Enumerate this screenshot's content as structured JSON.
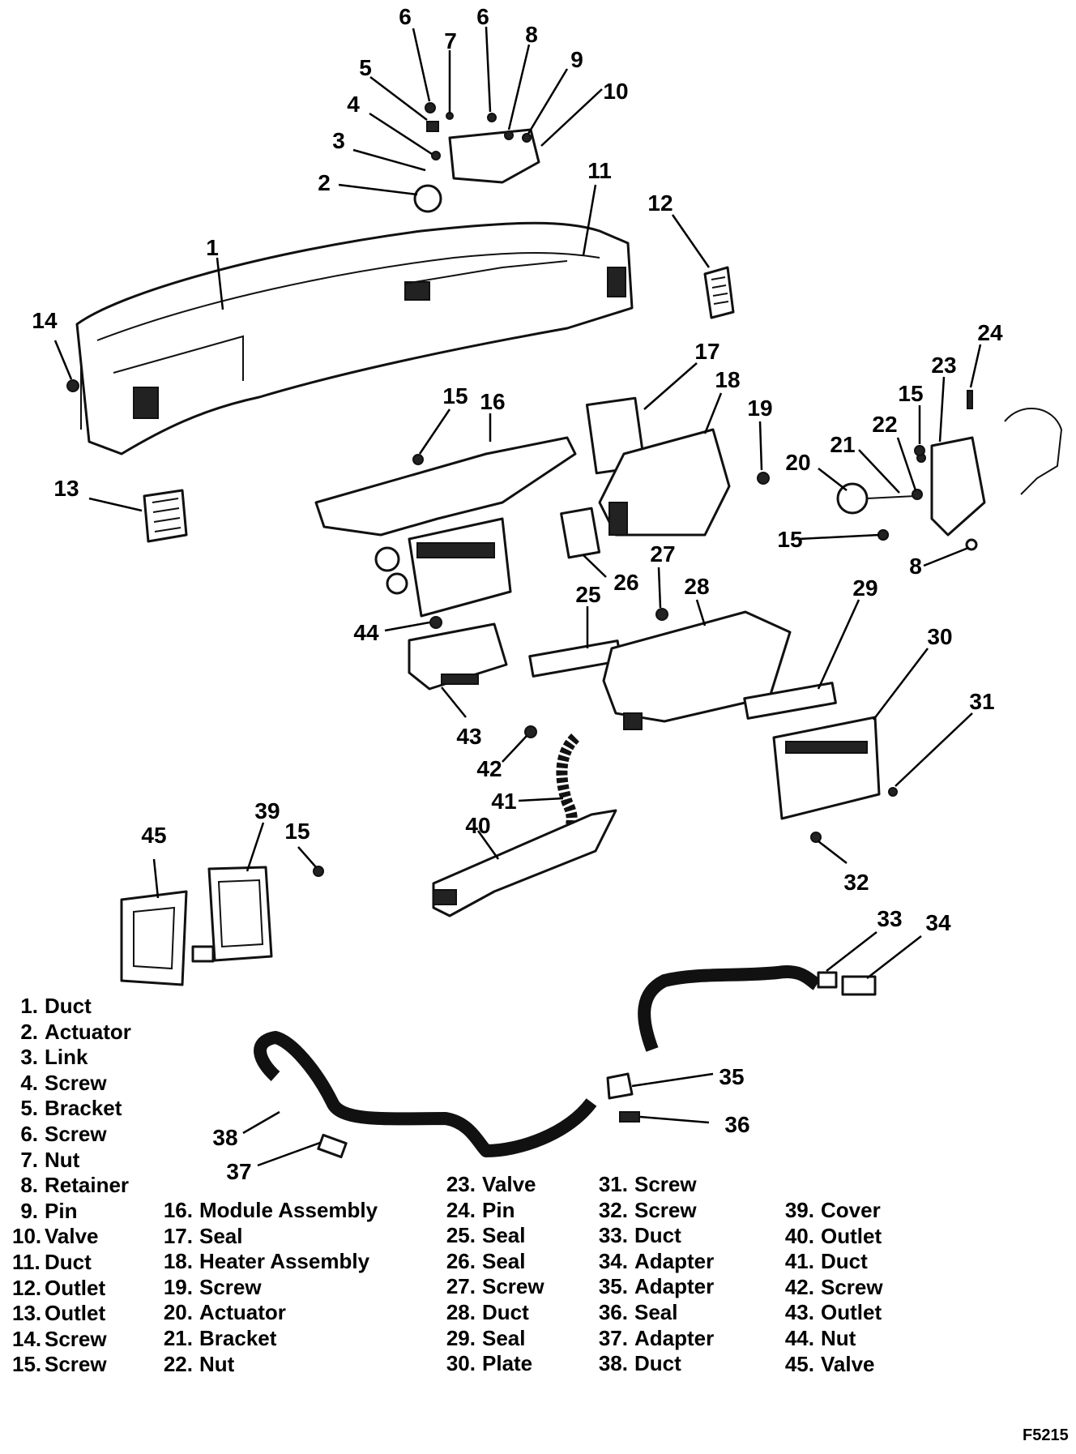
{
  "callouts": [
    "1",
    "2",
    "3",
    "4",
    "5",
    "6",
    "7",
    "8",
    "9",
    "10",
    "11",
    "12",
    "13",
    "14",
    "15",
    "16",
    "17",
    "18",
    "19",
    "20",
    "21",
    "22",
    "23",
    "24",
    "25",
    "26",
    "27",
    "28",
    "29",
    "30",
    "31",
    "32",
    "33",
    "34",
    "35",
    "36",
    "37",
    "38",
    "39",
    "40",
    "41",
    "42",
    "43",
    "44",
    "45"
  ],
  "legend": {
    "col1": [
      {
        "num": "1.",
        "label": "Duct"
      },
      {
        "num": "2.",
        "label": "Actuator"
      },
      {
        "num": "3.",
        "label": "Link"
      },
      {
        "num": "4.",
        "label": "Screw"
      },
      {
        "num": "5.",
        "label": "Bracket"
      },
      {
        "num": "6.",
        "label": "Screw"
      },
      {
        "num": "7.",
        "label": "Nut"
      },
      {
        "num": "8.",
        "label": "Retainer"
      },
      {
        "num": "9.",
        "label": "Pin"
      },
      {
        "num": "10.",
        "label": "Valve"
      },
      {
        "num": "11.",
        "label": "Duct"
      },
      {
        "num": "12.",
        "label": "Outlet"
      },
      {
        "num": "13.",
        "label": "Outlet"
      },
      {
        "num": "14.",
        "label": "Screw"
      },
      {
        "num": "15.",
        "label": "Screw"
      }
    ],
    "col2": [
      {
        "num": "16.",
        "label": "Module Assembly"
      },
      {
        "num": "17.",
        "label": "Seal"
      },
      {
        "num": "18.",
        "label": "Heater Assembly"
      },
      {
        "num": "19.",
        "label": "Screw"
      },
      {
        "num": "20.",
        "label": "Actuator"
      },
      {
        "num": "21.",
        "label": "Bracket"
      },
      {
        "num": "22.",
        "label": "Nut"
      }
    ],
    "col3": [
      {
        "num": "23.",
        "label": "Valve"
      },
      {
        "num": "24.",
        "label": "Pin"
      },
      {
        "num": "25.",
        "label": "Seal"
      },
      {
        "num": "26.",
        "label": "Seal"
      },
      {
        "num": "27.",
        "label": "Screw"
      },
      {
        "num": "28.",
        "label": "Duct"
      },
      {
        "num": "29.",
        "label": "Seal"
      },
      {
        "num": "30.",
        "label": "Plate"
      }
    ],
    "col4": [
      {
        "num": "31.",
        "label": "Screw"
      },
      {
        "num": "32.",
        "label": "Screw"
      },
      {
        "num": "33.",
        "label": "Duct"
      },
      {
        "num": "34.",
        "label": "Adapter"
      },
      {
        "num": "35.",
        "label": "Adapter"
      },
      {
        "num": "36.",
        "label": "Seal"
      },
      {
        "num": "37.",
        "label": "Adapter"
      },
      {
        "num": "38.",
        "label": "Duct"
      }
    ],
    "col5": [
      {
        "num": "39.",
        "label": "Cover"
      },
      {
        "num": "40.",
        "label": "Outlet"
      },
      {
        "num": "41.",
        "label": "Duct"
      },
      {
        "num": "42.",
        "label": "Screw"
      },
      {
        "num": "43.",
        "label": "Outlet"
      },
      {
        "num": "44.",
        "label": "Nut"
      },
      {
        "num": "45.",
        "label": "Valve"
      }
    ]
  },
  "figure_code": "F5215"
}
